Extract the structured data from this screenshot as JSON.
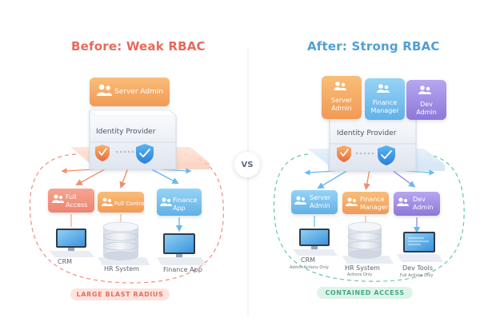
{
  "left": {
    "title": "Before: Weak RBAC",
    "top_role": "Server Admin",
    "identity": "Identity Provider",
    "roles": [
      {
        "line1": "Full",
        "line2": "Access"
      },
      {
        "line1": "Full Control",
        "line2": ""
      },
      {
        "line1": "Finance",
        "line2": "App"
      }
    ],
    "systems": [
      "CRM",
      "HR System",
      "Finance App"
    ],
    "badge": "LARGE BLAST RADIUS"
  },
  "right": {
    "title": "After: Strong RBAC",
    "top_roles": [
      {
        "line1": "Server",
        "line2": "Admin"
      },
      {
        "line1": "Finance",
        "line2": "Manager"
      },
      {
        "line1": "Dev",
        "line2": "Admin"
      }
    ],
    "identity": "Identity Provider",
    "roles": [
      {
        "line1": "Server",
        "line2": "Admin"
      },
      {
        "line1": "Finance",
        "line2": "Manager"
      },
      {
        "line1": "Dev",
        "line2": "Admin"
      }
    ],
    "systems": [
      {
        "name": "CRM",
        "note": "Admin Actions Only"
      },
      {
        "name": "HR System",
        "note": "Actions Only"
      },
      {
        "name": "Dev Tools",
        "note": "Full Actions Only"
      }
    ],
    "badge": "CONTAINED ACCESS"
  },
  "vs": "VS",
  "colors": {
    "orange": "#f4a561",
    "coral": "#f0907a",
    "blue": "#7cc2ee",
    "purple": "#a08ee0",
    "danger": "#e57565",
    "safe": "#5cbf9b"
  }
}
